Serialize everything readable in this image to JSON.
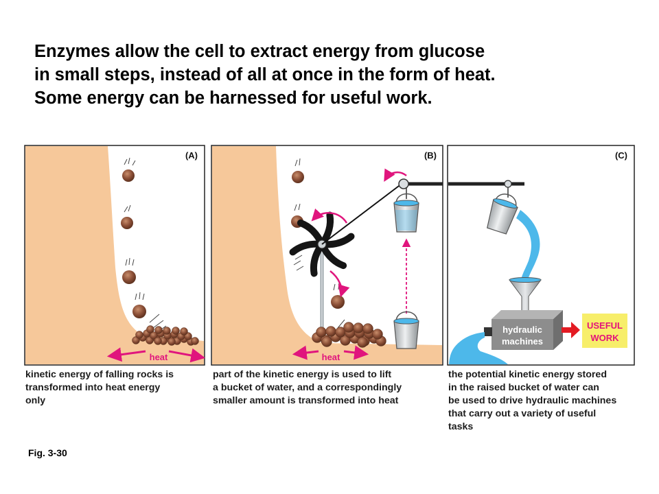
{
  "title": {
    "line1": "Enzymes allow the cell to extract energy from glucose",
    "line2": "in small steps, instead of all at once in the form of heat.",
    "line3": "Some energy can be harnessed for useful work."
  },
  "panels": {
    "a": {
      "label": "(A)",
      "heat_label": "heat",
      "caption": [
        "kinetic energy of falling rocks is",
        "transformed into heat energy",
        "only"
      ]
    },
    "b": {
      "label": "(B)",
      "heat_label": "heat",
      "caption": [
        "part of the kinetic energy is used to lift",
        "a bucket of water, and a correspondingly",
        "smaller amount is transformed into heat"
      ]
    },
    "c": {
      "label": "(C)",
      "machine_label": [
        "hydraulic",
        "machines"
      ],
      "work_label": [
        "USEFUL",
        "WORK"
      ],
      "caption": [
        "the potential kinetic energy stored",
        "in the raised bucket of water can",
        "be used to drive hydraulic machines",
        "that carry out a variety of useful",
        "tasks"
      ]
    }
  },
  "figure_label": "Fig. 3-30",
  "colors": {
    "cliff": "#f6c89a",
    "rock": "#8a4e36",
    "arrow": "#e0157d",
    "water": "#4db8ea",
    "machine": "#8d8d8d",
    "work_box": "#f7ee6a",
    "work_text": "#e3127a"
  }
}
